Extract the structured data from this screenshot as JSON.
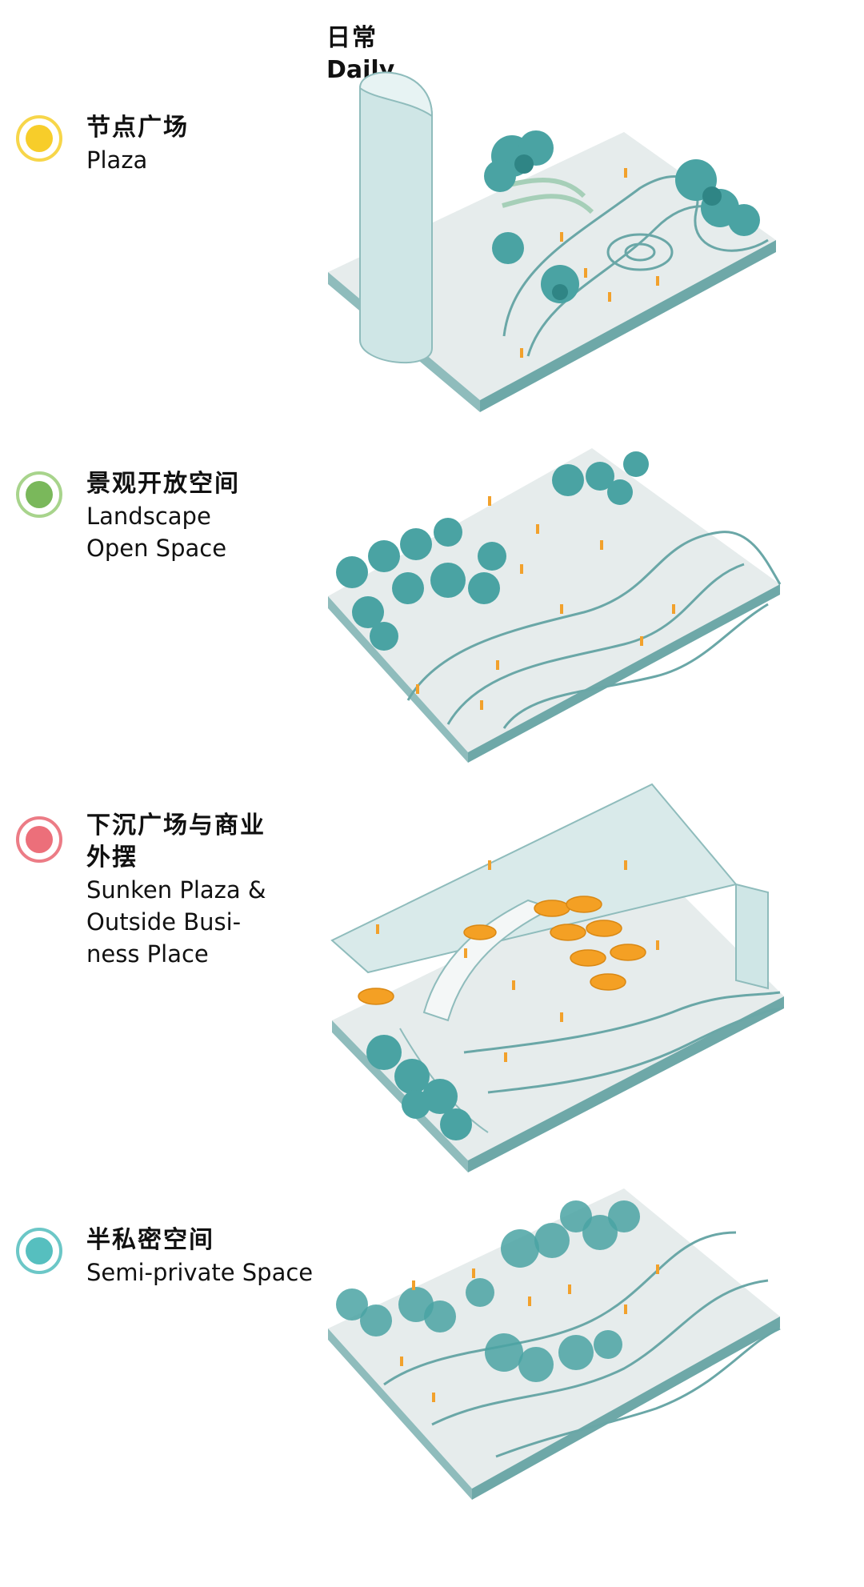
{
  "header": {
    "zh": "日常",
    "en": "Daily"
  },
  "legend": [
    {
      "zh": "节点广场",
      "en_lines": [
        "Plaza"
      ],
      "color": "#f7cd2a",
      "ring": "#f7d64a"
    },
    {
      "zh": "景观开放空间",
      "en_lines": [
        "Landscape",
        "Open Space"
      ],
      "color": "#7ab85b",
      "ring": "#a8d48c"
    },
    {
      "zh_lines": [
        "下沉广场与商业",
        "外摆"
      ],
      "en_lines": [
        "Sunken Plaza &",
        "Outside Busi-",
        "ness Place"
      ],
      "color": "#ec6f7a",
      "ring": "#ec7c86"
    },
    {
      "zh": "半私密空间",
      "en_lines": [
        "Semi-private Space"
      ],
      "color": "#56bfbf",
      "ring": "#6cc7c7"
    }
  ],
  "palette": {
    "slab_top": "#e6ecec",
    "slab_side": "#8fbcbc",
    "slab_edge": "#5f9b9b",
    "tree": "#4aa3a3",
    "tree_dark": "#2f8585",
    "path_line": "#6aa7a7",
    "figure": "#f2a12c",
    "umbrella": "#f4a024",
    "tower": "#cfe6e6"
  },
  "diagrams": [
    {
      "name": "plaza-diagram",
      "icon": "isometric-plaza-with-tower"
    },
    {
      "name": "landscape-diagram",
      "icon": "isometric-landscape-open-space"
    },
    {
      "name": "sunken-plaza-diagram",
      "icon": "isometric-sunken-plaza"
    },
    {
      "name": "semi-private-diagram",
      "icon": "isometric-semi-private-space"
    }
  ]
}
